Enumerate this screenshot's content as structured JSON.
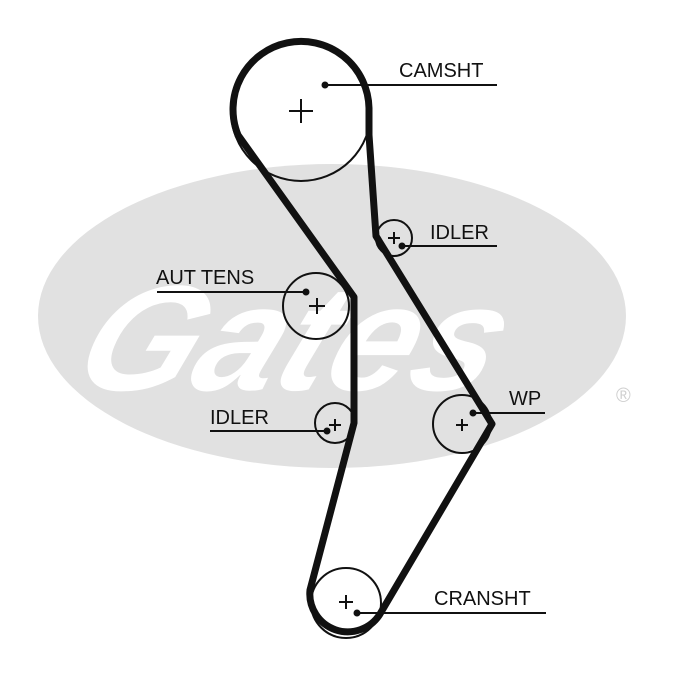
{
  "watermark": {
    "brand": "Gates",
    "registered_mark": "®",
    "color": "#e1e1e1"
  },
  "colors": {
    "belt": "#111111",
    "pulley_stroke": "#111111",
    "leader": "#111111",
    "text": "#111111"
  },
  "labels": {
    "camshaft": "CAMSHT",
    "idler_upper": "IDLER",
    "auto_tensioner": "AUT TENS",
    "idler_lower": "IDLER",
    "water_pump": "WP",
    "crankshaft": "CRANSHT"
  },
  "center_mark_icon": "plus-icon"
}
